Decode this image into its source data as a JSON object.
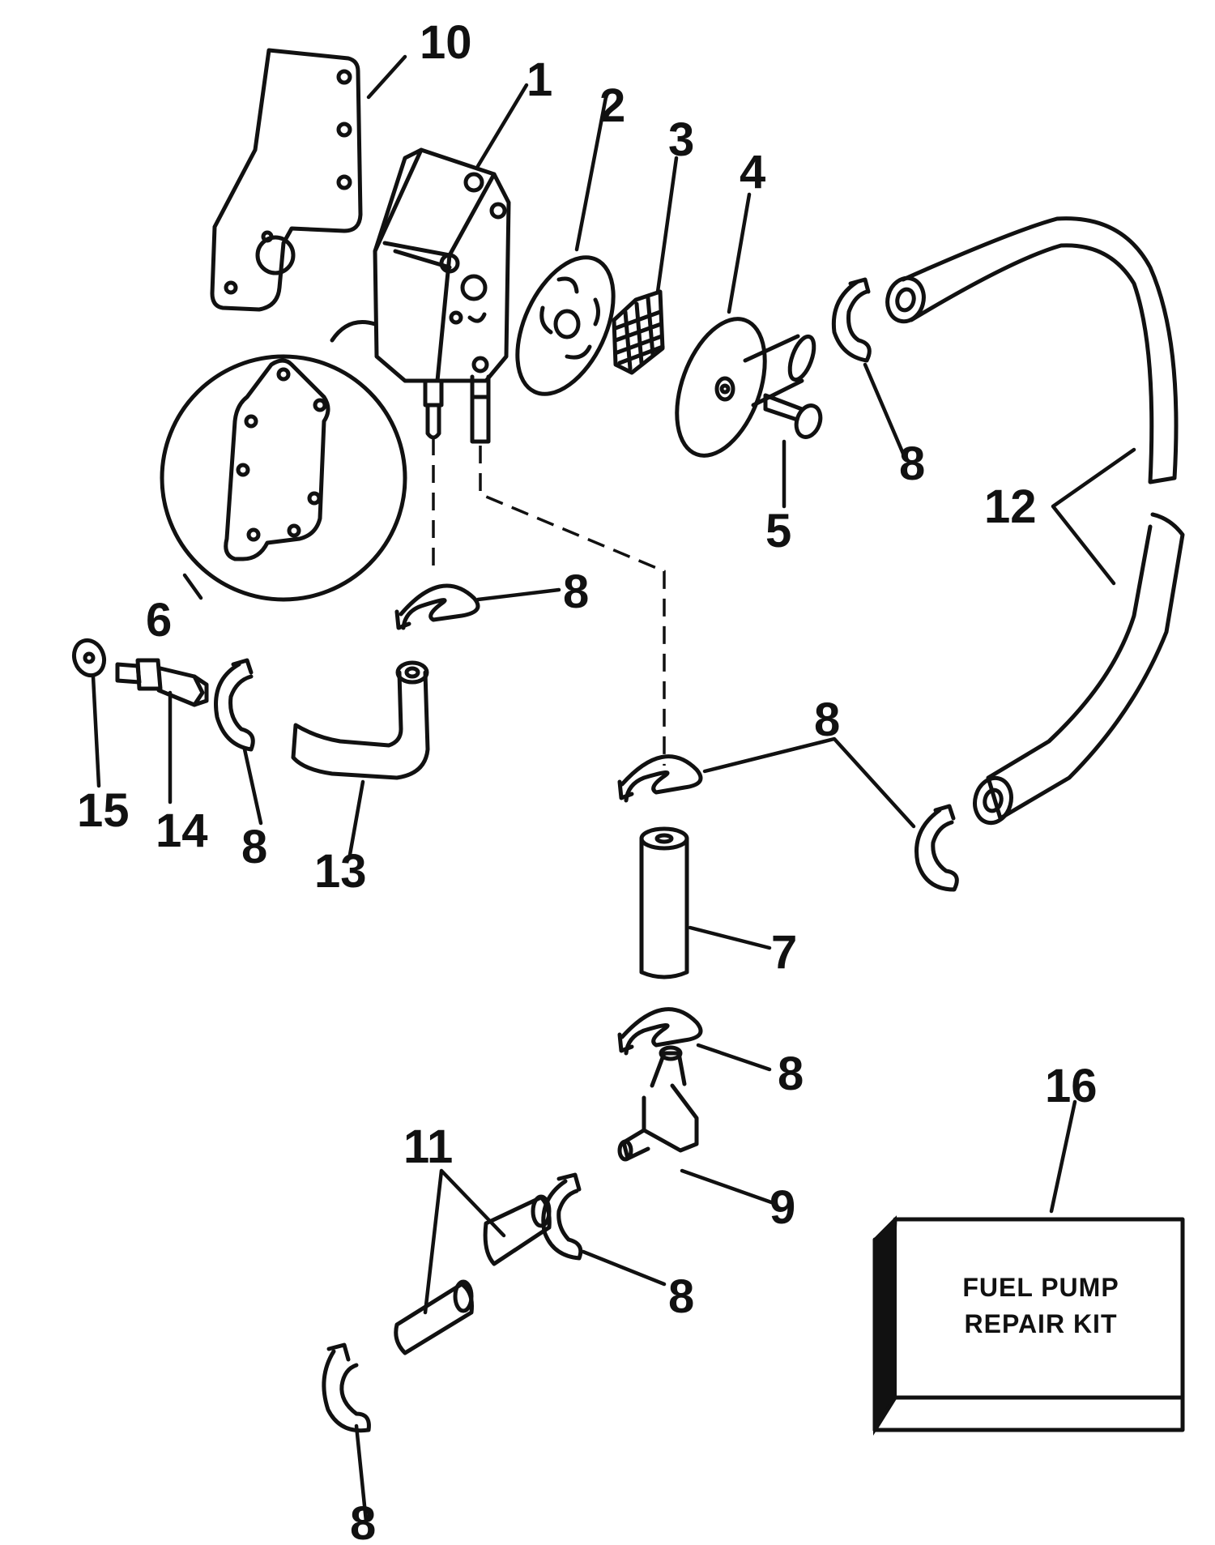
{
  "callouts": {
    "c1": "1",
    "c2": "2",
    "c3": "3",
    "c4": "4",
    "c5": "5",
    "c6": "6",
    "c7": "7",
    "c8": "8",
    "c9": "9",
    "c10": "10",
    "c11": "11",
    "c12": "12",
    "c13": "13",
    "c14": "14",
    "c15": "15",
    "c16": "16"
  },
  "kit_box": {
    "line1": "FUEL PUMP",
    "line2": "REPAIR KIT"
  }
}
